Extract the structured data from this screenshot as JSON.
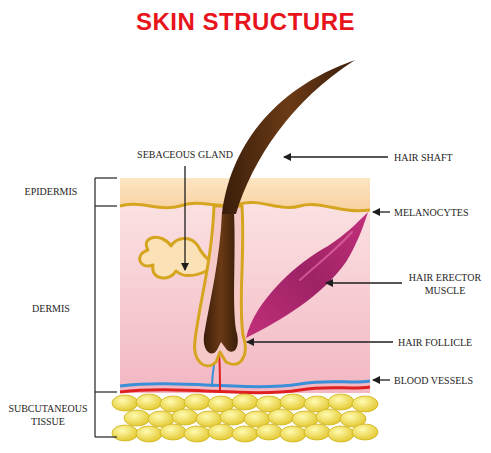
{
  "diagram": {
    "title": "SKIN STRUCTURE",
    "labels": [
      "SEBACEOUS GLAND",
      "HAIR SHAFT",
      "EPIDERMIS",
      "MELANOCYTES",
      "DERMIS",
      "HAIR ERECTOR MUSCLE",
      "HAIR FOLLICLE",
      "BLOOD VESSELS",
      "SUBCUTANEOUS TISSUE"
    ]
  }
}
